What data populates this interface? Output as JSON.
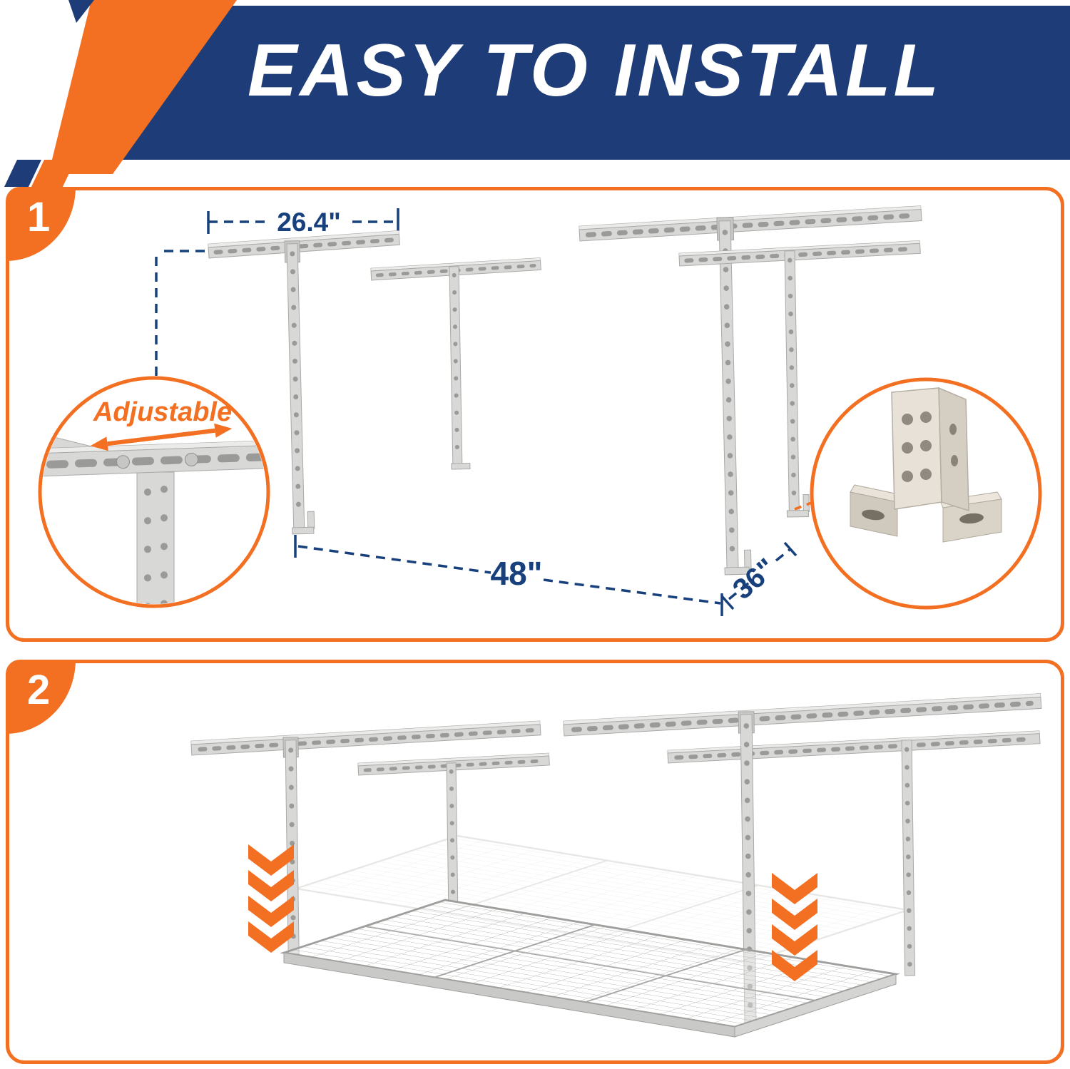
{
  "banner": {
    "title": "EASY TO INSTALL"
  },
  "step1": {
    "number": "1",
    "dim_rail": "26.4\"",
    "dim_width": "48\"",
    "dim_depth": "36\"",
    "adjustable": "Adjustable"
  },
  "step2": {
    "number": "2"
  },
  "colors": {
    "banner_navy": "#1e3c78",
    "accent_orange": "#f36f21",
    "dimension_blue": "#17407c",
    "steel_gray": "#d8d8d6"
  },
  "icons": {
    "left_inset": "adjustable-closeup",
    "right_inset": "corner-bracket-closeup",
    "arrows": "down-chevron-icon"
  }
}
